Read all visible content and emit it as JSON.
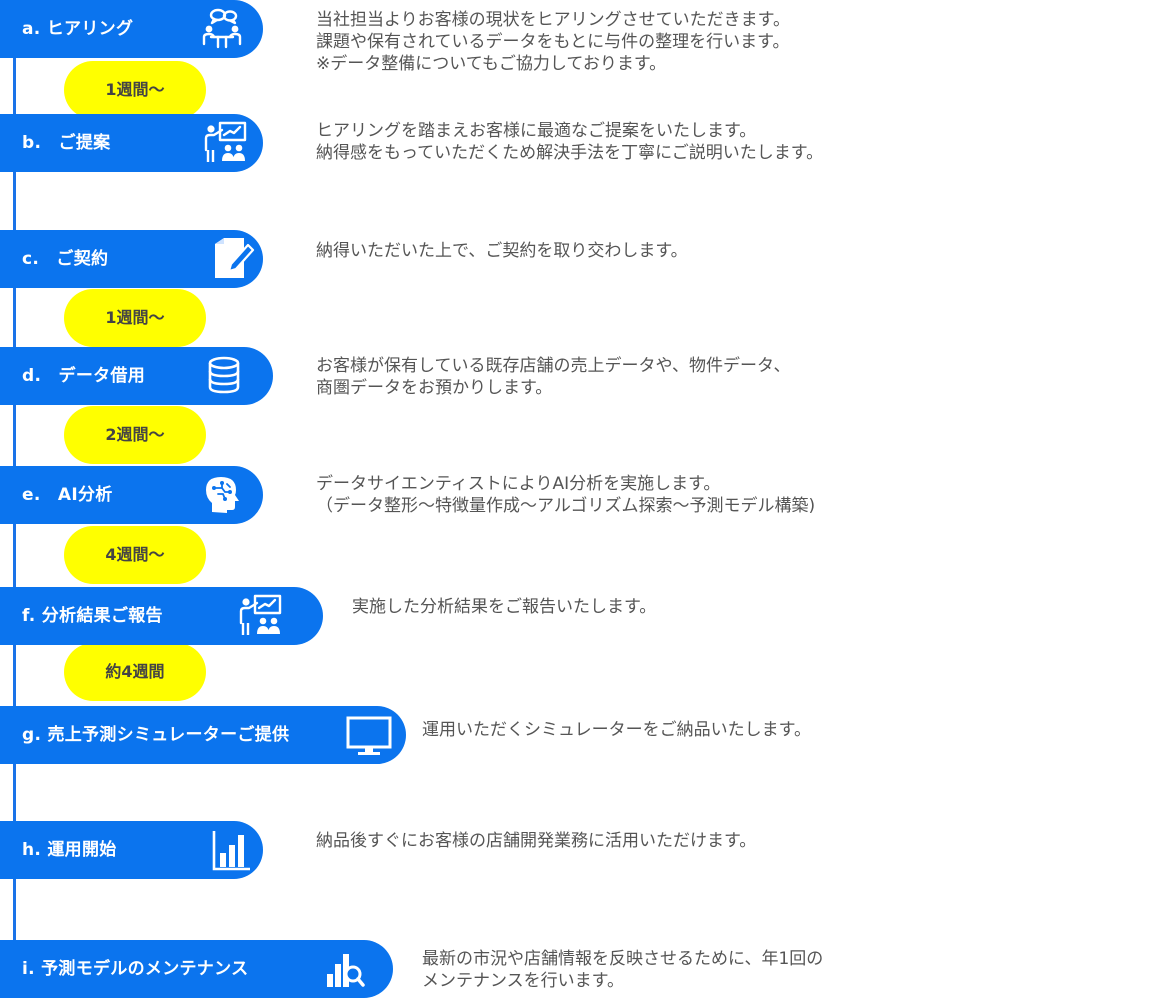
{
  "steps": [
    {
      "label": "a. ヒアリング",
      "icon": "meeting-icon",
      "desc": [
        "当社担当よりお客様の現状をヒアリングさせていただきます。",
        "課題や保有されているデータをもとに与件の整理を行います。",
        "※データ整備についてもご協力しております。"
      ]
    },
    {
      "label": "b.　ご提案",
      "icon": "presentation-icon",
      "desc": [
        "ヒアリングを踏まえお客様に最適なご提案をいたします。",
        "納得感をもっていただくため解決手法を丁寧にご説明いたします。"
      ]
    },
    {
      "label": "c.　ご契約",
      "icon": "contract-icon",
      "desc": [
        "納得いただいた上で、ご契約を取り交わします。"
      ]
    },
    {
      "label": "d.　データ借用",
      "icon": "database-icon",
      "desc": [
        "お客様が保有している既存店舗の売上データや、物件データ、",
        "商圏データをお預かりします。"
      ]
    },
    {
      "label": "e.　AI分析",
      "icon": "ai-brain-icon",
      "desc": [
        "データサイエンティストによりAI分析を実施します。",
        "（データ整形～特徴量作成～アルゴリズム探索～予測モデル構築)"
      ]
    },
    {
      "label": "f. 分析結果ご報告",
      "icon": "presentation-icon",
      "desc": [
        "実施した分析結果をご報告いたします。"
      ]
    },
    {
      "label": "g. 売上予測シミュレーターご提供",
      "icon": "monitor-icon",
      "desc": [
        "運用いただくシミュレーターをご納品いたします。"
      ]
    },
    {
      "label": "h. 運用開始",
      "icon": "bar-chart-icon",
      "desc": [
        "納品後すぐにお客様の店舗開発業務に活用いただけます。"
      ]
    },
    {
      "label": "i. 予測モデルのメンテナンス",
      "icon": "chart-search-icon",
      "desc": [
        "最新の市況や店舗情報を反映させるために、年1回の",
        "メンテナンスを行います。"
      ]
    }
  ],
  "durations": [
    "1週間～",
    "1週間～",
    "2週間～",
    "4週間～",
    "約4週間"
  ],
  "colors": {
    "step_blue": "#0b74ee",
    "duration_yellow": "#ffff00",
    "flow_line": "#1a73e8"
  }
}
